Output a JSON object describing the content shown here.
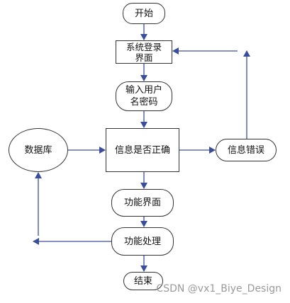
{
  "nodes": {
    "start": "开始",
    "login_line1": "系统登录",
    "login_line2": "界面",
    "input_line1": "输入用户",
    "input_line2": "名密码",
    "check": "信息是否正确",
    "database": "数据库",
    "error": "信息错误",
    "func_ui": "功能界面",
    "func_proc": "功能处理",
    "end": "结束"
  },
  "watermark": "CSDN @vx1_Biye_Design",
  "colors": {
    "arrow": "#3a4f9c",
    "border": "#333333"
  }
}
